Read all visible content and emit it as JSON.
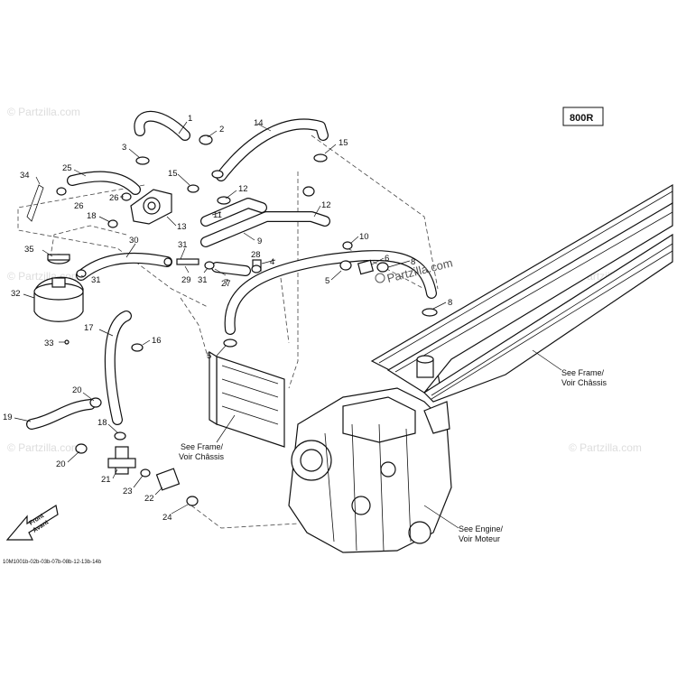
{
  "badge": "800R",
  "callouts": [
    "1",
    "2",
    "3",
    "4",
    "5",
    "5",
    "6",
    "7",
    "8",
    "8",
    "9",
    "10",
    "11",
    "12",
    "12",
    "13",
    "14",
    "15",
    "15",
    "16",
    "17",
    "18",
    "18",
    "19",
    "20",
    "20",
    "21",
    "22",
    "23",
    "24",
    "25",
    "26",
    "26",
    "27",
    "28",
    "29",
    "30",
    "31",
    "31",
    "31",
    "32",
    "33",
    "34",
    "35"
  ],
  "notes": {
    "frame_top": [
      "See Frame/",
      "Voir Châssis"
    ],
    "frame_bottom": [
      "See Frame/",
      "Voir Châssis"
    ],
    "engine": [
      "See Engine/",
      "Voir Moteur"
    ]
  },
  "front_arrow": [
    "Front",
    "Avant"
  ],
  "watermark": "Partzilla.com",
  "watermark_faint": "© Partzilla.com",
  "drawing_code": "10M1001b-02b-03b-07b-08b-12-13b-14b",
  "colors": {
    "ink": "#111111",
    "paper": "#ffffff",
    "watermark": "#555555"
  }
}
